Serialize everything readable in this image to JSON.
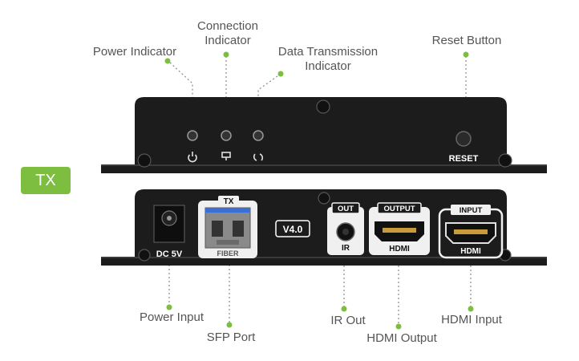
{
  "badge": {
    "text": "TX"
  },
  "callouts": {
    "power_indicator": "Power Indicator",
    "connection_indicator": "Connection\nIndicator",
    "data_transmission_indicator": "Data Transmission\nIndicator",
    "reset_button": "Reset Button",
    "power_input": "Power Input",
    "sfp_port": "SFP Port",
    "ir_out": "IR Out",
    "hdmi_output": "HDMI Output",
    "hdmi_input": "HDMI Input"
  },
  "top_panel": {
    "reset_label": "RESET"
  },
  "rear_panel": {
    "dc_label": "DC 5V",
    "sfp_tag": "TX",
    "sfp_fiber": "FIBER",
    "version": "V4.0",
    "out_tag": "OUT",
    "ir_label": "IR",
    "output_tag": "OUTPUT",
    "hdmi_out_label": "HDMI",
    "input_tag": "INPUT",
    "hdmi_in_label": "HDMI"
  },
  "colors": {
    "accent": "#7dbd3f",
    "device": "#1c1c1c",
    "label": "#555555",
    "line": "#888888"
  }
}
